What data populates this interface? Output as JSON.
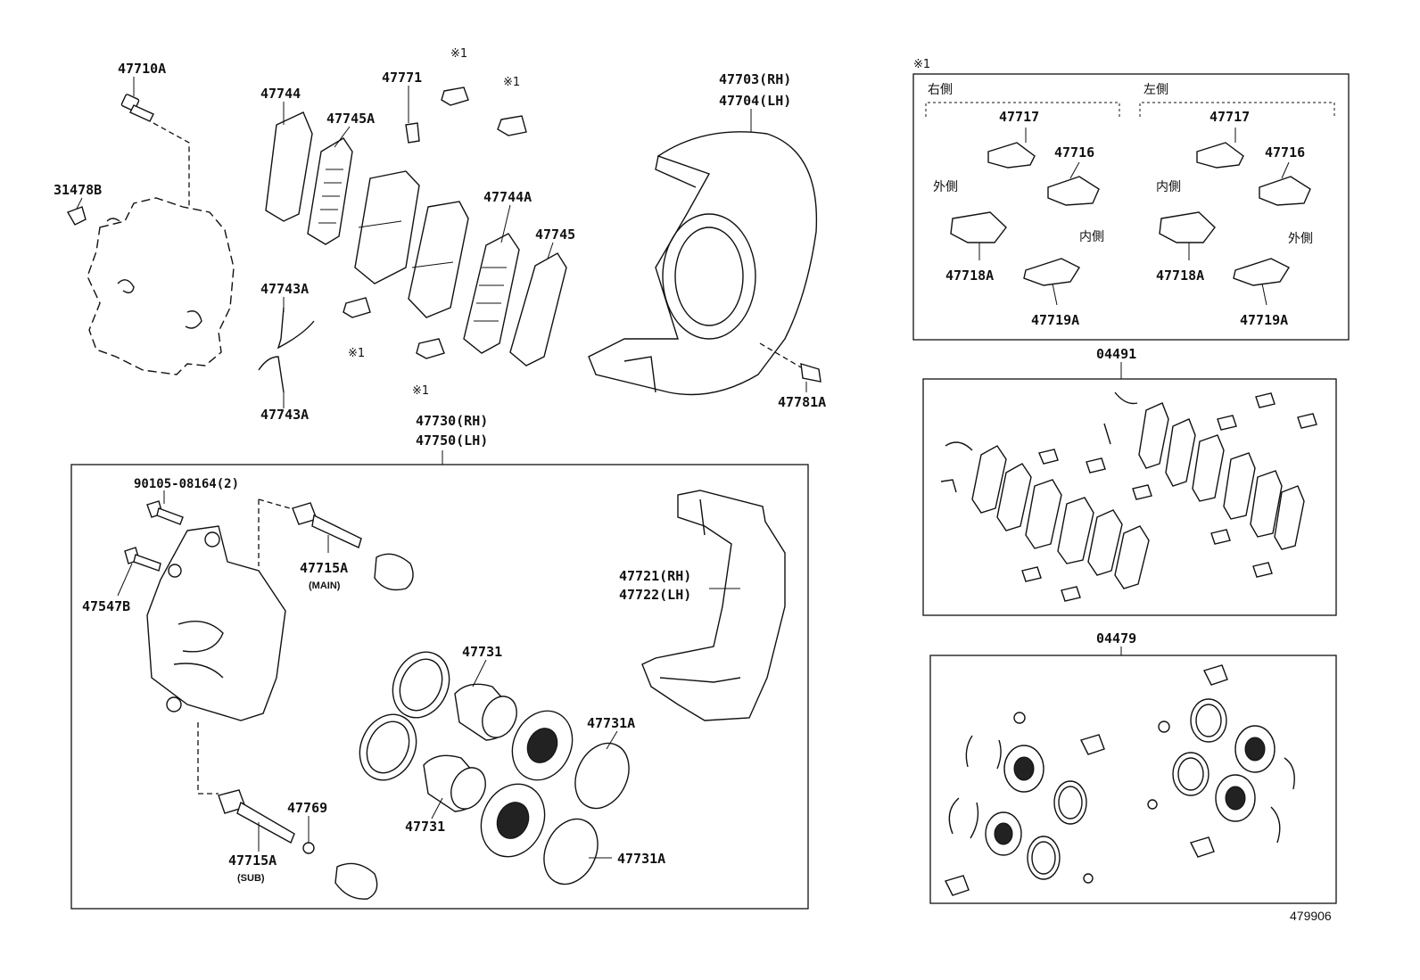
{
  "labels": {
    "p47710A": "47710A",
    "p31478B": "31478B",
    "p47744": "47744",
    "p47745A": "47745A",
    "p47771": "47771",
    "p47744A": "47744A",
    "p47745": "47745",
    "p47743A_top": "47743A",
    "p47743A_bottom": "47743A",
    "p47703": "47703(RH)",
    "p47704": "47704(LH)",
    "p47781A": "47781A",
    "p47730": "47730(RH)",
    "p47750": "47750(LH)",
    "p90105": "90105-08164(2)",
    "p47547B": "47547B",
    "p47715A_main": "47715A",
    "main_note": "(MAIN)",
    "p47721": "47721(RH)",
    "p47722": "47722(LH)",
    "p47731_top": "47731",
    "p47731_bottom": "47731",
    "p47731A_top": "47731A",
    "p47731A_bottom": "47731A",
    "p47769": "47769",
    "p47715A_sub": "47715A",
    "sub_note": "(SUB)",
    "p04491": "04491",
    "p04479": "04479"
  },
  "marks": {
    "m1": "※1",
    "m2": "※1",
    "m3": "※1",
    "m4": "※1",
    "box_mark": "※1"
  },
  "inset": {
    "right_side": "右側",
    "left_side": "左側",
    "r47717": "47717",
    "r47716": "47716",
    "r47718A": "47718A",
    "r47719A": "47719A",
    "r_outer": "外側",
    "r_inner": "内側",
    "l47717": "47717",
    "l47716": "47716",
    "l47718A": "47718A",
    "l47719A": "47719A",
    "l_inner": "内側",
    "l_outer": "外側"
  },
  "illustration_number": "479906"
}
